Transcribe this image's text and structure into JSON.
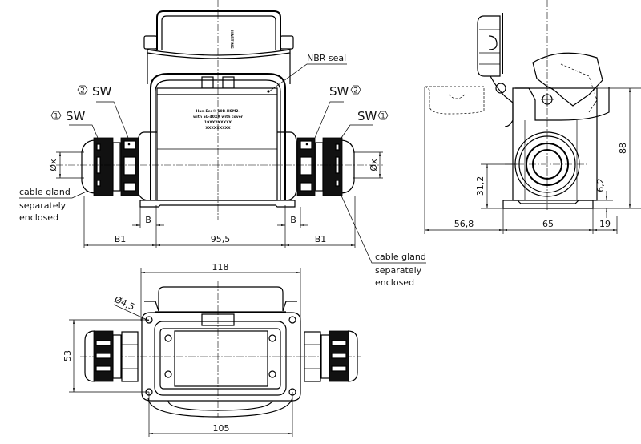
{
  "drawing": {
    "title": "Han-Eco housing technical drawing",
    "views": [
      "front-view",
      "side-view",
      "top-view"
    ]
  },
  "front_view": {
    "nbr_seal_label": "NBR seal",
    "sw_left_1": {
      "marker": "1",
      "label": "SW"
    },
    "sw_left_2": {
      "marker": "2",
      "label": "SW"
    },
    "sw_right_1": {
      "marker": "1",
      "label": "SW"
    },
    "sw_right_2": {
      "marker": "2",
      "label": "SW"
    },
    "diameter_left": "Øx",
    "diameter_right": "Øx",
    "cable_gland_left": [
      "cable gland",
      "separately",
      "enclosed"
    ],
    "cable_gland_right": [
      "cable gland",
      "separately",
      "enclosed"
    ],
    "dim_b_left": "B",
    "dim_b_right": "B",
    "dim_b1_left": "B1",
    "dim_b1_right": "B1",
    "dim_center": "95,5",
    "product_label": [
      "Han-Eco® 10B-HSM2-",
      "with SL-40XX with cover",
      "19XXXXXXXX",
      "XXXXXXXXX"
    ],
    "lid_marking": "HARTING"
  },
  "side_view": {
    "dim_height": "88",
    "dim_axis": "31,2",
    "dim_base": "6,2",
    "dim_left": "56,8",
    "dim_width": "65",
    "dim_right": "19"
  },
  "top_view": {
    "dim_width_top": "118",
    "dim_width_bottom": "105",
    "dim_height": "53",
    "dim_hole": "Ø4,5"
  }
}
